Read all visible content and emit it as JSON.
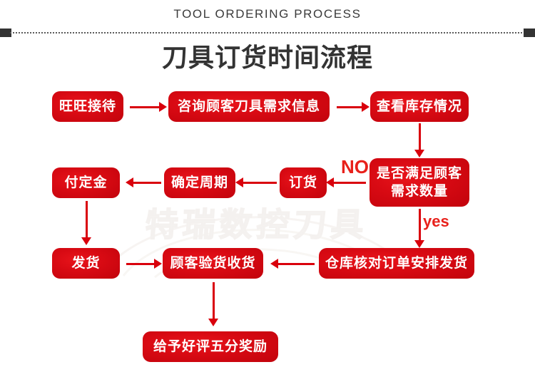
{
  "header": {
    "english_title": "TOOL ORDERING PROCESS",
    "chinese_title": "刀具订货时间流程",
    "divider_style": "dotted-line-with-square-caps"
  },
  "watermark": {
    "text": "特瑞数控刀具"
  },
  "colors": {
    "box_red_light": "#e8141b",
    "box_red_dark": "#c2030c",
    "arrow_red": "#d9000c",
    "label_red": "#e8211b",
    "title_gray": "#333333",
    "background": "#ffffff"
  },
  "flow": {
    "nodes": [
      {
        "id": "n1",
        "label": "旺旺接待"
      },
      {
        "id": "n2",
        "label": "咨询顾客刀具需求信息"
      },
      {
        "id": "n3",
        "label": "查看库存情况"
      },
      {
        "id": "n4",
        "label": "是否满足顾客需求数量",
        "line1": "是否满足顾客",
        "line2": "需求数量"
      },
      {
        "id": "n5",
        "label": "订货"
      },
      {
        "id": "n6",
        "label": "确定周期"
      },
      {
        "id": "n7",
        "label": "付定金"
      },
      {
        "id": "n8",
        "label": "发货"
      },
      {
        "id": "n9",
        "label": "顾客验货收货"
      },
      {
        "id": "n10",
        "label": "仓库核对订单安排发货"
      },
      {
        "id": "n11",
        "label": "给予好评五分奖励"
      }
    ],
    "edge_labels": {
      "no": "NO",
      "yes": "yes"
    }
  }
}
